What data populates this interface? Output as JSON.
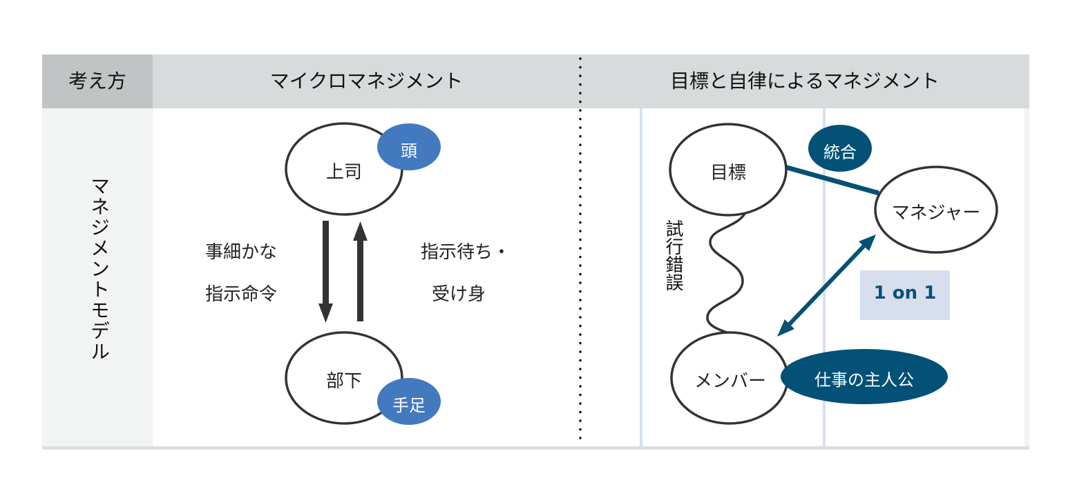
{
  "header": {
    "label_col": "考え方",
    "left_title": "マイクロマネジメント",
    "right_title": "目標と自律によるマネジメント"
  },
  "row": {
    "label": "マネジメントモデル"
  },
  "micro": {
    "boss": "上司",
    "boss_badge": "頭",
    "subordinate": "部下",
    "subordinate_badge": "手足",
    "down_line1": "事細かな",
    "down_line2": "指示命令",
    "up_line1": "指示待ち・",
    "up_line2": "受け身"
  },
  "autonomy": {
    "goal": "目標",
    "manager": "マネジャー",
    "member": "メンバー",
    "integrate_badge": "統合",
    "member_badge": "仕事の主人公",
    "trial_error": "試行錯誤",
    "one_on_one": "1 on 1"
  },
  "colors": {
    "header_bg": "#d7dbdc",
    "header_first_bg": "#c0c4c4",
    "side_bg": "#f2f3f3",
    "blue_badge": "#4279bf",
    "navy": "#045177",
    "one_on_one_bg": "#d7deee",
    "divider": "#d8e0ee"
  }
}
